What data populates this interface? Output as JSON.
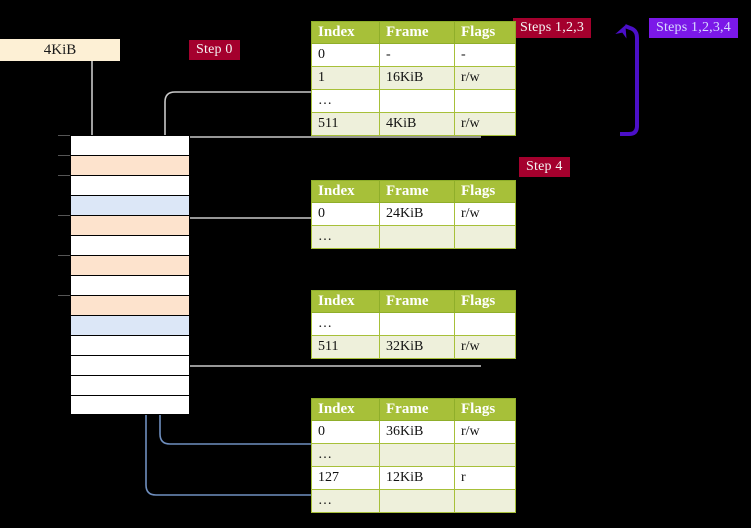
{
  "diagram": {
    "title_badges": {
      "step0": "Step 0",
      "steps123": "Steps 1,2,3",
      "steps1234": "Steps 1,2,3,4",
      "step4": "Step 4"
    },
    "memory_label": "4KiB",
    "colors": {
      "background": "#000000",
      "badge_red": "#a4002d",
      "badge_purple": "#7b18e8",
      "table_header": "#a7c039",
      "table_alt_row": "#eef0db",
      "highlight": "#ffff8c",
      "mem_orange": "#fde3cd",
      "mem_blue": "#dce7f7",
      "kib_box": "#fdf0d5",
      "wire_gray": "#c9c9c9",
      "wire_blue": "#5b7fb4",
      "arrow_purple": "#4b0fc8"
    },
    "memory_rows": [
      {
        "index": 0,
        "fill": "white",
        "tick": true
      },
      {
        "index": 1,
        "fill": "orange",
        "tick": true
      },
      {
        "index": 2,
        "fill": "white",
        "tick": true
      },
      {
        "index": 3,
        "fill": "blue",
        "tick": false
      },
      {
        "index": 4,
        "fill": "orange",
        "tick": true
      },
      {
        "index": 5,
        "fill": "white",
        "tick": false
      },
      {
        "index": 6,
        "fill": "orange",
        "tick": true
      },
      {
        "index": 7,
        "fill": "white",
        "tick": false
      },
      {
        "index": 8,
        "fill": "orange",
        "tick": true
      },
      {
        "index": 9,
        "fill": "blue",
        "tick": false
      },
      {
        "index": 10,
        "fill": "white",
        "tick": false
      },
      {
        "index": 11,
        "fill": "white",
        "tick": false
      },
      {
        "index": 12,
        "fill": "white",
        "tick": false
      },
      {
        "index": 13,
        "fill": "white",
        "tick": false
      }
    ],
    "columns": [
      "Index",
      "Frame",
      "Flags"
    ],
    "tables": [
      {
        "name": "pml4-table",
        "rows": [
          {
            "index": "0",
            "frame": "-",
            "flags": "-",
            "style": "rw",
            "hl": false
          },
          {
            "index": "1",
            "frame": "16KiB",
            "flags": "r/w",
            "style": "alt",
            "hl": false
          },
          {
            "index": "…",
            "frame": "",
            "flags": "",
            "style": "rw",
            "hl": false
          },
          {
            "index": "511",
            "frame": "4KiB",
            "flags": "r/w",
            "style": "alt",
            "hl": true
          }
        ]
      },
      {
        "name": "pdpt-table",
        "rows": [
          {
            "index": "0",
            "frame": "24KiB",
            "flags": "r/w",
            "style": "rw",
            "hl": false
          },
          {
            "index": "…",
            "frame": "",
            "flags": "",
            "style": "alt",
            "hl": false
          }
        ]
      },
      {
        "name": "pd-table",
        "rows": [
          {
            "index": "…",
            "frame": "",
            "flags": "",
            "style": "rw",
            "hl": false
          },
          {
            "index": "511",
            "frame": "32KiB",
            "flags": "r/w",
            "style": "alt",
            "hl": false
          }
        ]
      },
      {
        "name": "pt-table",
        "rows": [
          {
            "index": "0",
            "frame": "36KiB",
            "flags": "r/w",
            "style": "rw",
            "hl": false
          },
          {
            "index": "…",
            "frame": "",
            "flags": "",
            "style": "alt",
            "hl": false
          },
          {
            "index": "127",
            "frame": "12KiB",
            "flags": "r",
            "style": "rw",
            "hl": false
          },
          {
            "index": "…",
            "frame": "",
            "flags": "",
            "style": "alt",
            "hl": false
          }
        ]
      }
    ]
  }
}
